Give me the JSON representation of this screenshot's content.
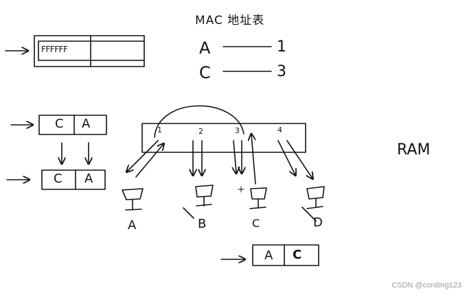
{
  "mac_table": {
    "title": "MAC 地址表",
    "rows": [
      {
        "mac": "A",
        "port": "1"
      },
      {
        "mac": "C",
        "port": "3"
      }
    ]
  },
  "frames": {
    "broadcast": {
      "dst": "FFFFFF",
      "src": ""
    },
    "frame_top": {
      "dst": "C",
      "src": "A"
    },
    "frame_swapped": {
      "dst": "C",
      "src": "A"
    },
    "frame_bottom": {
      "dst": "A",
      "src": "C"
    }
  },
  "switch": {
    "ports": [
      "1",
      "2",
      "3",
      "4"
    ]
  },
  "hosts": [
    {
      "name": "A",
      "crossed": false
    },
    {
      "name": "B",
      "crossed": true
    },
    {
      "name": "C",
      "crossed": false
    },
    {
      "name": "D",
      "crossed": true
    }
  ],
  "ram_label": "RAM",
  "watermark": "CSDN @coniting123",
  "colors": {
    "ink": "#111111",
    "paper": "#ffffff",
    "watermark": "#9a9a9a"
  }
}
